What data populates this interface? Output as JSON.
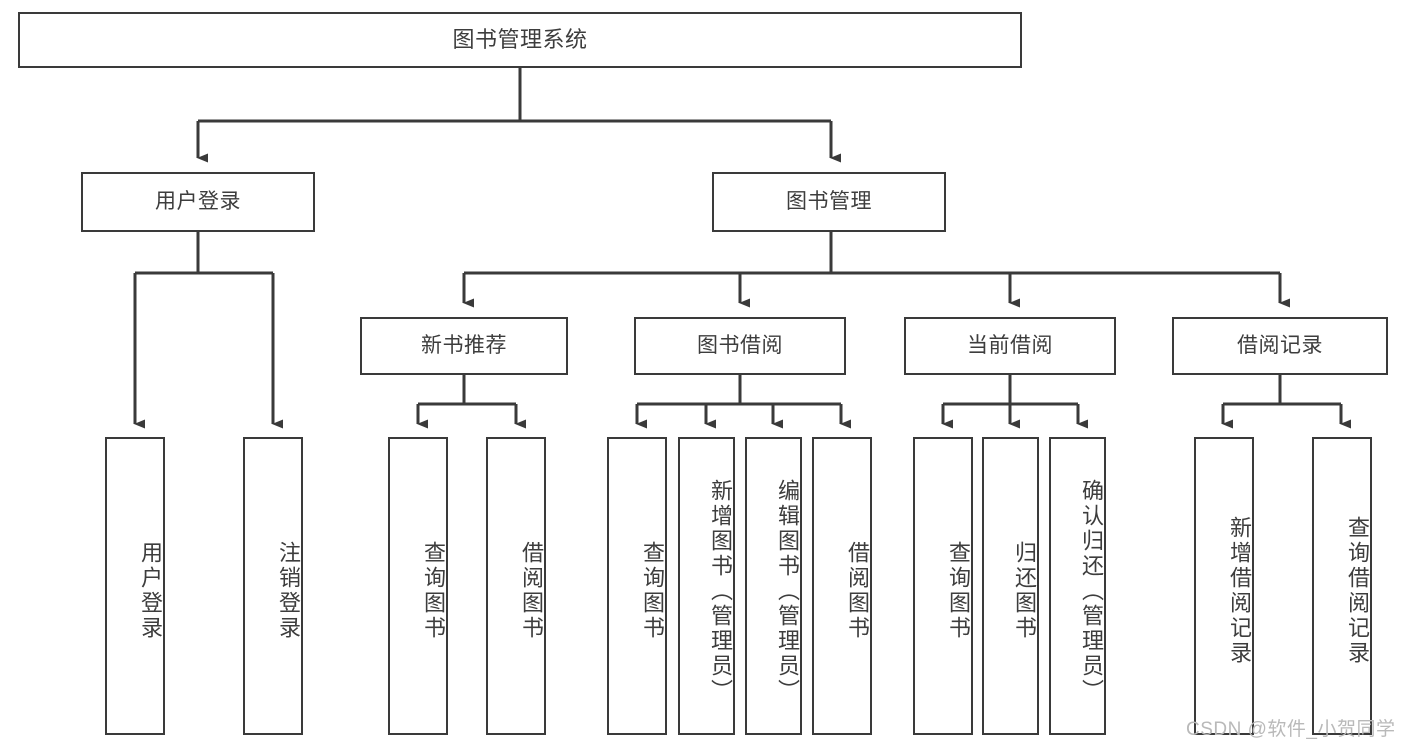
{
  "diagram": {
    "title": "图书管理系统",
    "type": "tree-hierarchy",
    "root": {
      "label": "图书管理系统"
    },
    "level2": [
      {
        "label": "用户登录"
      },
      {
        "label": "图书管理"
      }
    ],
    "level3": [
      {
        "label": "新书推荐",
        "parent": "图书管理"
      },
      {
        "label": "图书借阅",
        "parent": "图书管理"
      },
      {
        "label": "当前借阅",
        "parent": "图书管理"
      },
      {
        "label": "借阅记录",
        "parent": "图书管理"
      }
    ],
    "leaves": {
      "user_login": [
        {
          "label": "用户登录"
        },
        {
          "label": "注销登录"
        }
      ],
      "new_book_recommend": [
        {
          "label": "查询图书"
        },
        {
          "label": "借阅图书"
        }
      ],
      "book_borrow": [
        {
          "label": "查询图书"
        },
        {
          "label": "新增图书（管理员）"
        },
        {
          "label": "编辑图书（管理员）"
        },
        {
          "label": "借阅图书"
        }
      ],
      "current_borrow": [
        {
          "label": "查询图书"
        },
        {
          "label": "归还图书"
        },
        {
          "label": "确认归还（管理员）"
        }
      ],
      "borrow_record": [
        {
          "label": "新增借阅记录"
        },
        {
          "label": "查询借阅记录"
        }
      ]
    }
  },
  "watermark": {
    "text": "CSDN @软件_小贺同学"
  },
  "colors": {
    "stroke": "#3a3a3a",
    "text": "#3d3d3d",
    "background": "#ffffff",
    "watermark": "#b9b9b9"
  }
}
